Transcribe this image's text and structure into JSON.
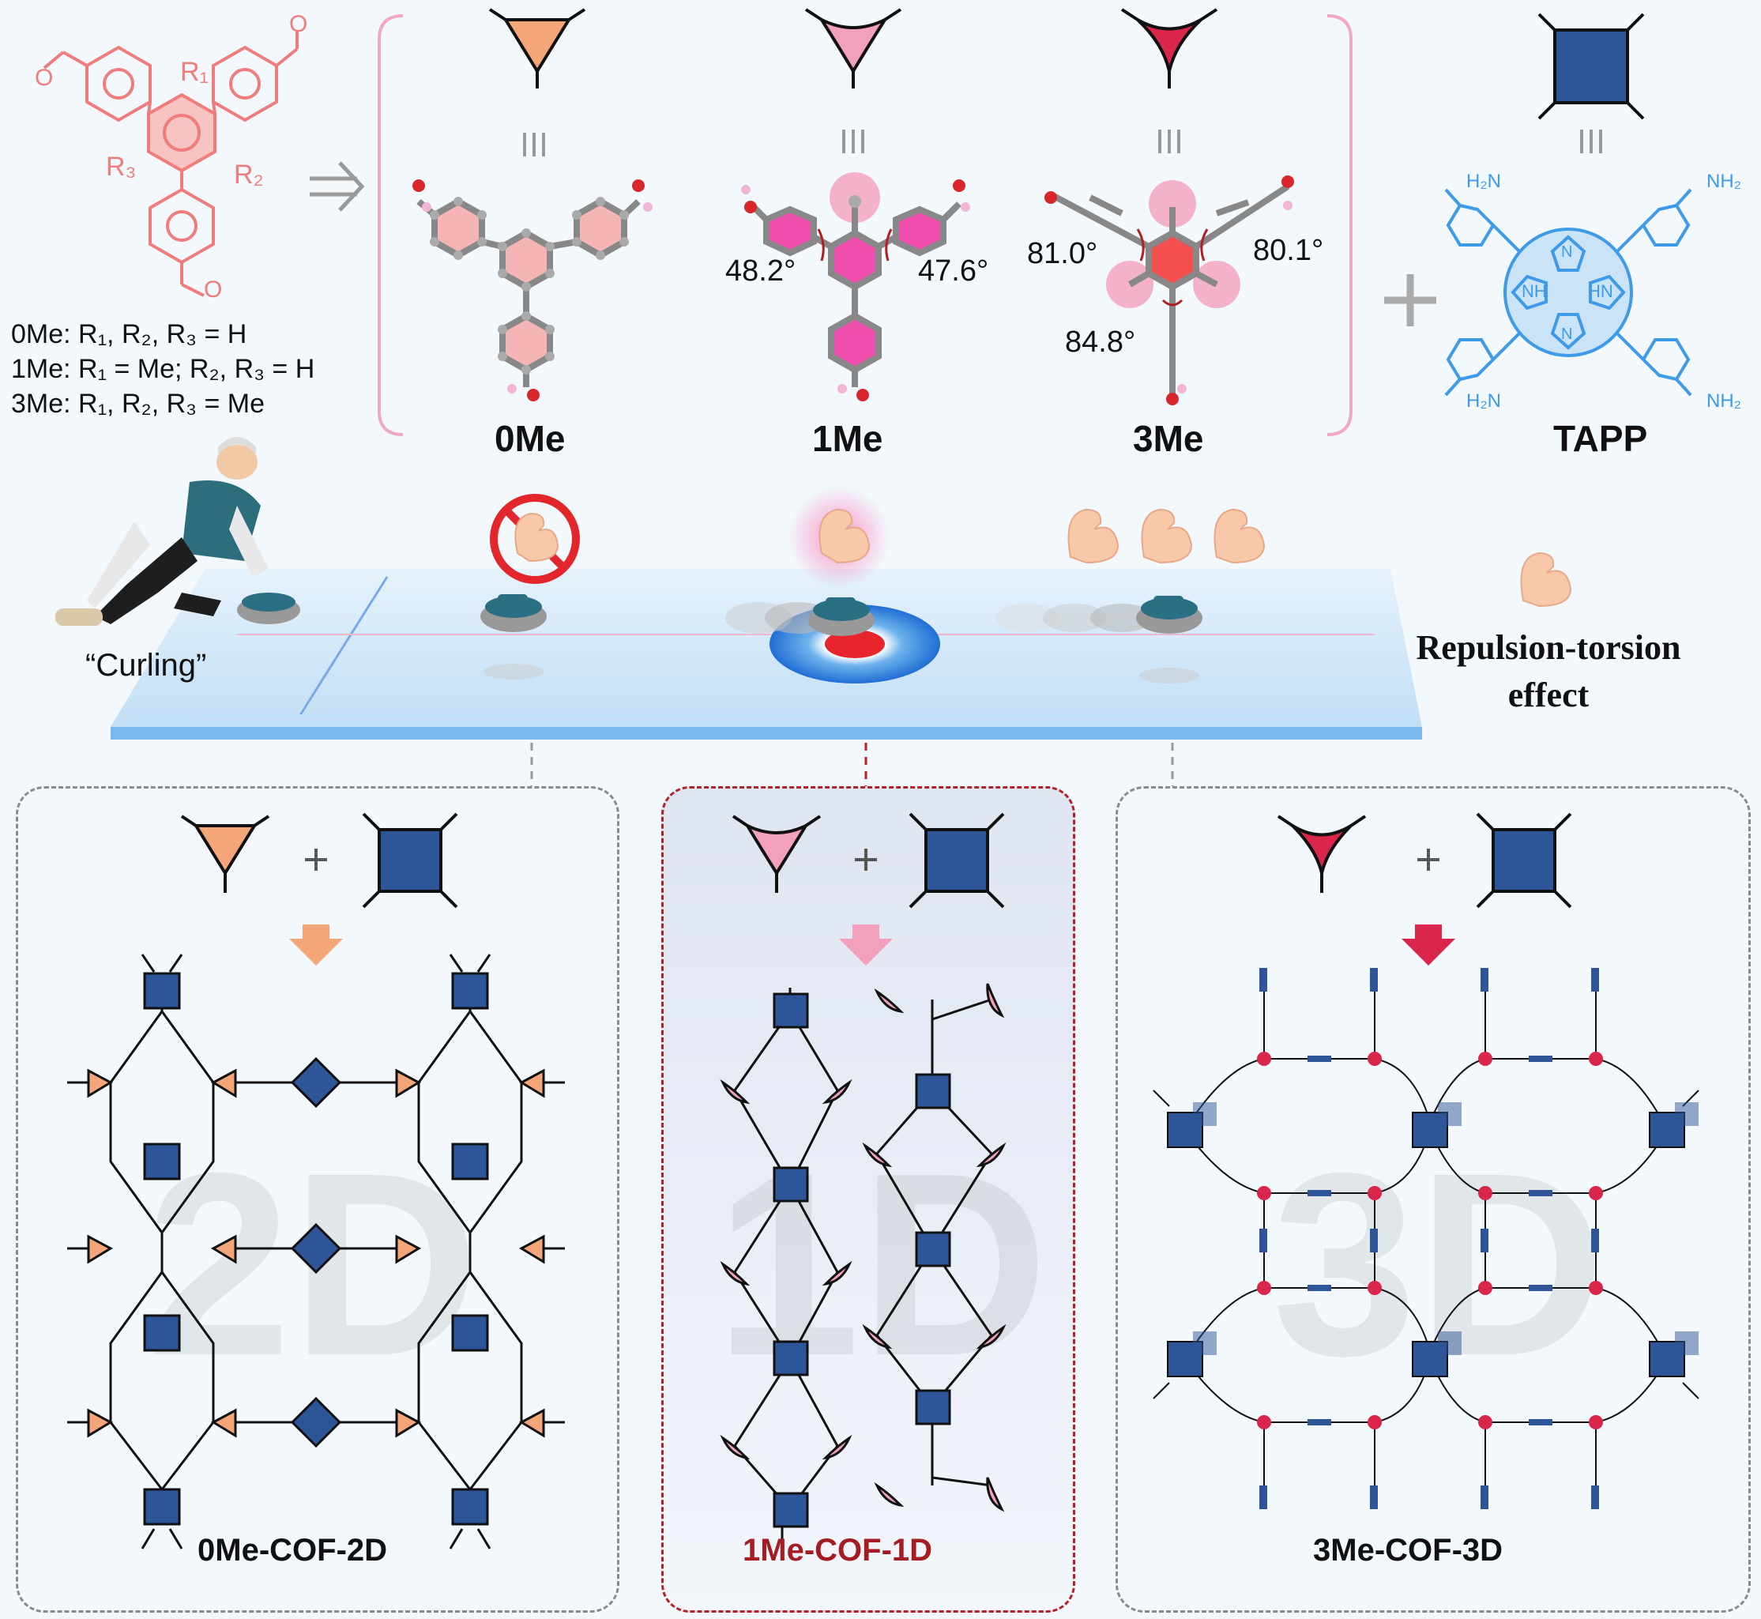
{
  "substituents": [
    "0Me: R₁, R₂, R₃ = H",
    "1Me: R₁ = Me; R₂, R₃ = H",
    "3Me: R₁, R₂, R₃ = Me"
  ],
  "r_labels": {
    "r1": "R₁",
    "r2": "R₂",
    "r3": "R₃"
  },
  "monomers": [
    {
      "name": "0Me",
      "color": "#f4a679"
    },
    {
      "name": "1Me",
      "color": "#f3a0bd"
    },
    {
      "name": "3Me",
      "color": "#d9264a"
    },
    {
      "name": "TAPP",
      "color": "#2d5597"
    }
  ],
  "angles": {
    "one_me_left": "48.2°",
    "one_me_right": "47.6°",
    "three_me_left": "81.0°",
    "three_me_right": "80.1°",
    "three_me_bottom": "84.8°"
  },
  "amine_labels": {
    "nh2": "H₂N",
    "nh2_right": "NH₂",
    "nh": "NH",
    "hn": "HN",
    "n": "N"
  },
  "curling_label": "“Curling”",
  "effect_label": "Repulsion-torsion effect",
  "panels": [
    {
      "label": "0Me-COF-2D",
      "watermark": "2D",
      "label_color": "#111111"
    },
    {
      "label": "1Me-COF-1D",
      "watermark": "1D",
      "label_color": "#a41d22"
    },
    {
      "label": "3Me-COF-3D",
      "watermark": "3D",
      "label_color": "#111111"
    }
  ],
  "colors": {
    "orange": "#f4a679",
    "pink": "#f3a0bd",
    "red": "#d9264a",
    "blue": "#2d5597",
    "molecule": "#f07c7c",
    "tapp": "#3d9be9"
  }
}
